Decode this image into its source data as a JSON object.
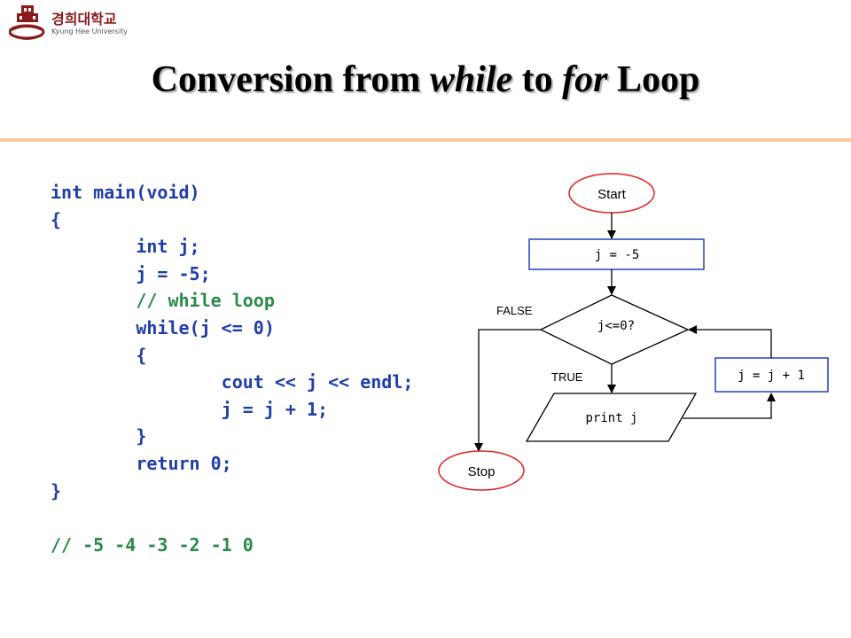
{
  "logo": {
    "korean": "경희대학교",
    "english": "Kyung Hee University"
  },
  "title": {
    "part1": "Conversion from ",
    "while": "while",
    "part2": " to ",
    "for": "for",
    "part3": " Loop"
  },
  "code_lines": [
    [
      {
        "t": "int main(void)",
        "c": "kw"
      }
    ],
    [
      {
        "t": "{",
        "c": "kw"
      }
    ],
    [
      {
        "t": "        int j;",
        "c": "kw"
      }
    ],
    [
      {
        "t": "        j = -5;",
        "c": "kw"
      }
    ],
    [
      {
        "t": "        // while loop",
        "c": "cm"
      }
    ],
    [
      {
        "t": "        while(j <= 0)",
        "c": "kw"
      }
    ],
    [
      {
        "t": "        {",
        "c": "kw"
      }
    ],
    [
      {
        "t": "                cout << j << endl;",
        "c": "kw"
      }
    ],
    [
      {
        "t": "                j = j + 1;",
        "c": "kw"
      }
    ],
    [
      {
        "t": "        }",
        "c": "kw"
      }
    ],
    [
      {
        "t": "        return 0;",
        "c": "kw"
      }
    ],
    [
      {
        "t": "}",
        "c": "kw"
      }
    ],
    [
      {
        "t": "",
        "c": "kw"
      }
    ],
    [
      {
        "t": "// -5 -4 -3 -2 -1 0",
        "c": "cm"
      }
    ]
  ],
  "flowchart": {
    "start": "Start",
    "init": "j = -5",
    "condition": "j<=0?",
    "false_label": "FALSE",
    "true_label": "TRUE",
    "print": "print j",
    "increment": "j = j + 1",
    "stop": "Stop"
  },
  "colors": {
    "terminal_border": "#e02020",
    "process_border": "#2040c0",
    "keyword": "#1f3ea8",
    "comment": "#2a8a4a",
    "rule": "#f5c89a"
  }
}
